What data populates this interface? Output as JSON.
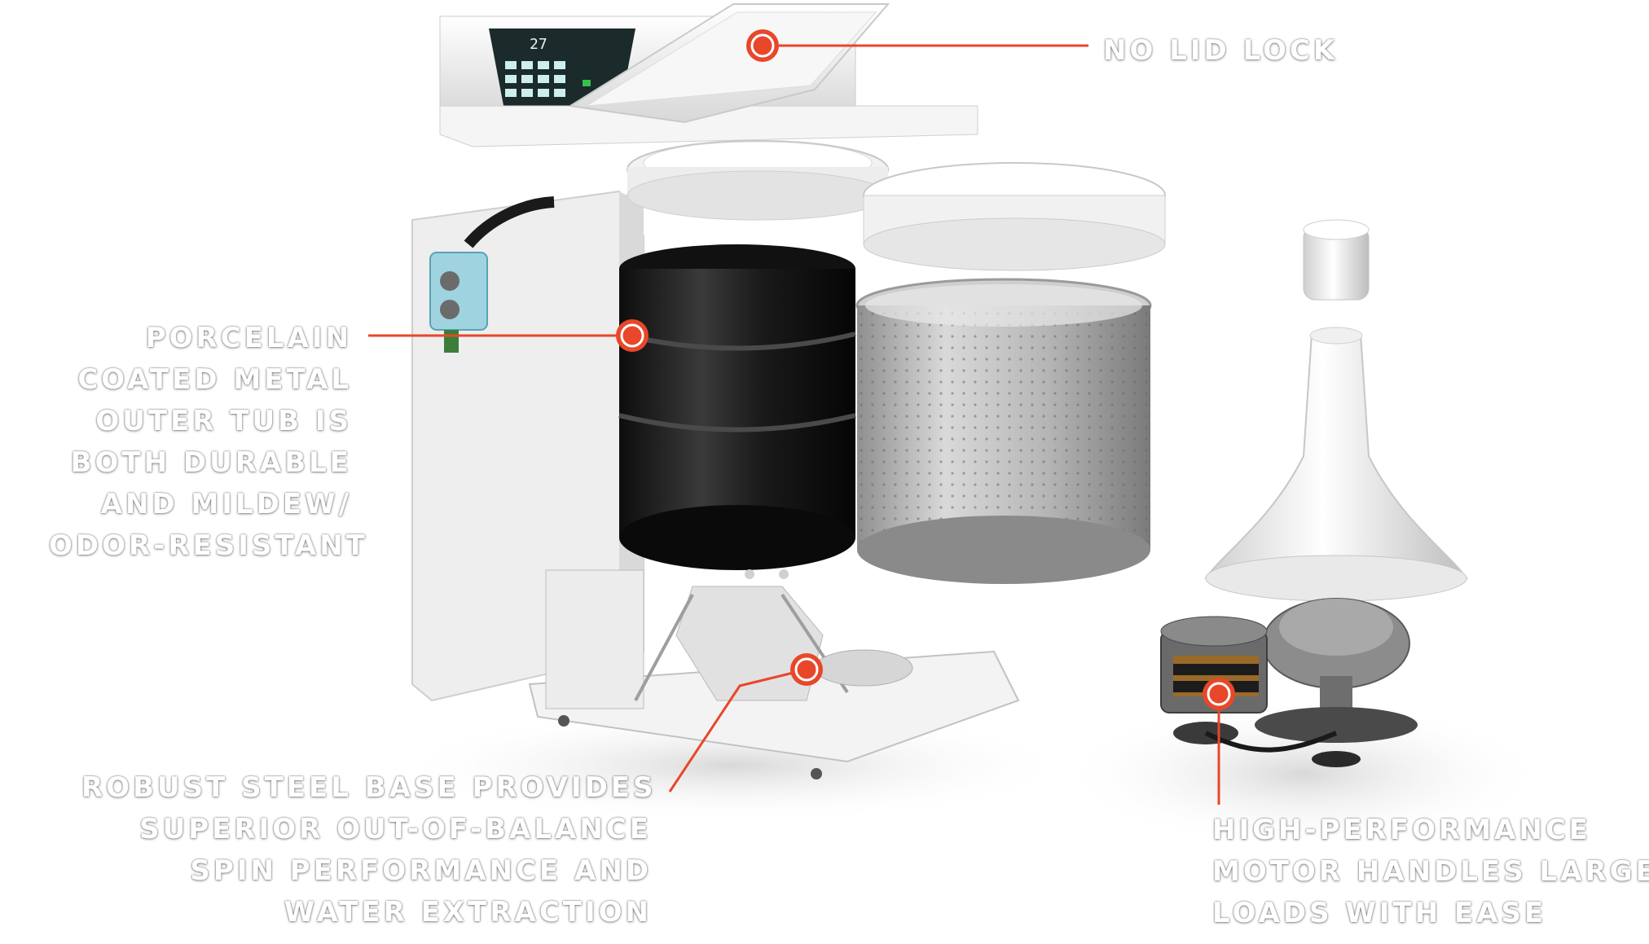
{
  "accent_color": "#e8472a",
  "callouts": {
    "lid_lock": {
      "lines": [
        "NO LID LOCK"
      ]
    },
    "outer_tub": {
      "lines": [
        "PORCELAIN",
        "COATED METAL",
        "OUTER TUB IS",
        "BOTH DURABLE",
        "AND MILDEW/",
        "ODOR-RESISTANT"
      ]
    },
    "steel_base": {
      "lines": [
        "ROBUST STEEL BASE PROVIDES",
        "SUPERIOR OUT-OF-BALANCE",
        "SPIN PERFORMANCE AND",
        "WATER EXTRACTION"
      ]
    },
    "motor": {
      "lines": [
        "HIGH-PERFORMANCE",
        "MOTOR HANDLES LARGE",
        "LOADS WITH EASE"
      ]
    }
  },
  "control_panel": {
    "display": "27"
  },
  "hotspot_icons": [
    "hotspot-lid-icon",
    "hotspot-tub-icon",
    "hotspot-base-icon",
    "hotspot-motor-icon"
  ]
}
